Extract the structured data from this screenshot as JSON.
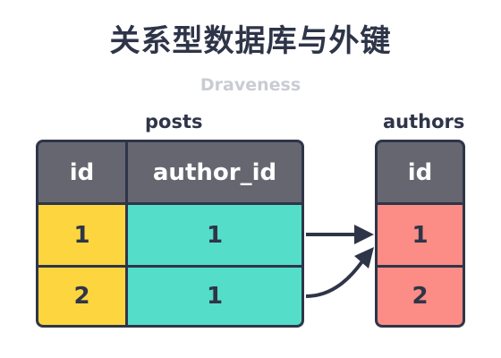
{
  "title": "关系型数据库与外键",
  "author": "Draveness",
  "posts_table": {
    "name": "posts",
    "columns": [
      "id",
      "author_id"
    ],
    "rows": [
      {
        "id": "1",
        "author_id": "1"
      },
      {
        "id": "2",
        "author_id": "1"
      }
    ]
  },
  "authors_table": {
    "name": "authors",
    "columns": [
      "id"
    ],
    "rows": [
      {
        "id": "1"
      },
      {
        "id": "2"
      }
    ]
  },
  "colors": {
    "dark": "#2f3548",
    "header": "#666671",
    "id_fill": "#fdd53f",
    "fk_fill": "#54ddc9",
    "author_fill": "#fb8c86"
  }
}
